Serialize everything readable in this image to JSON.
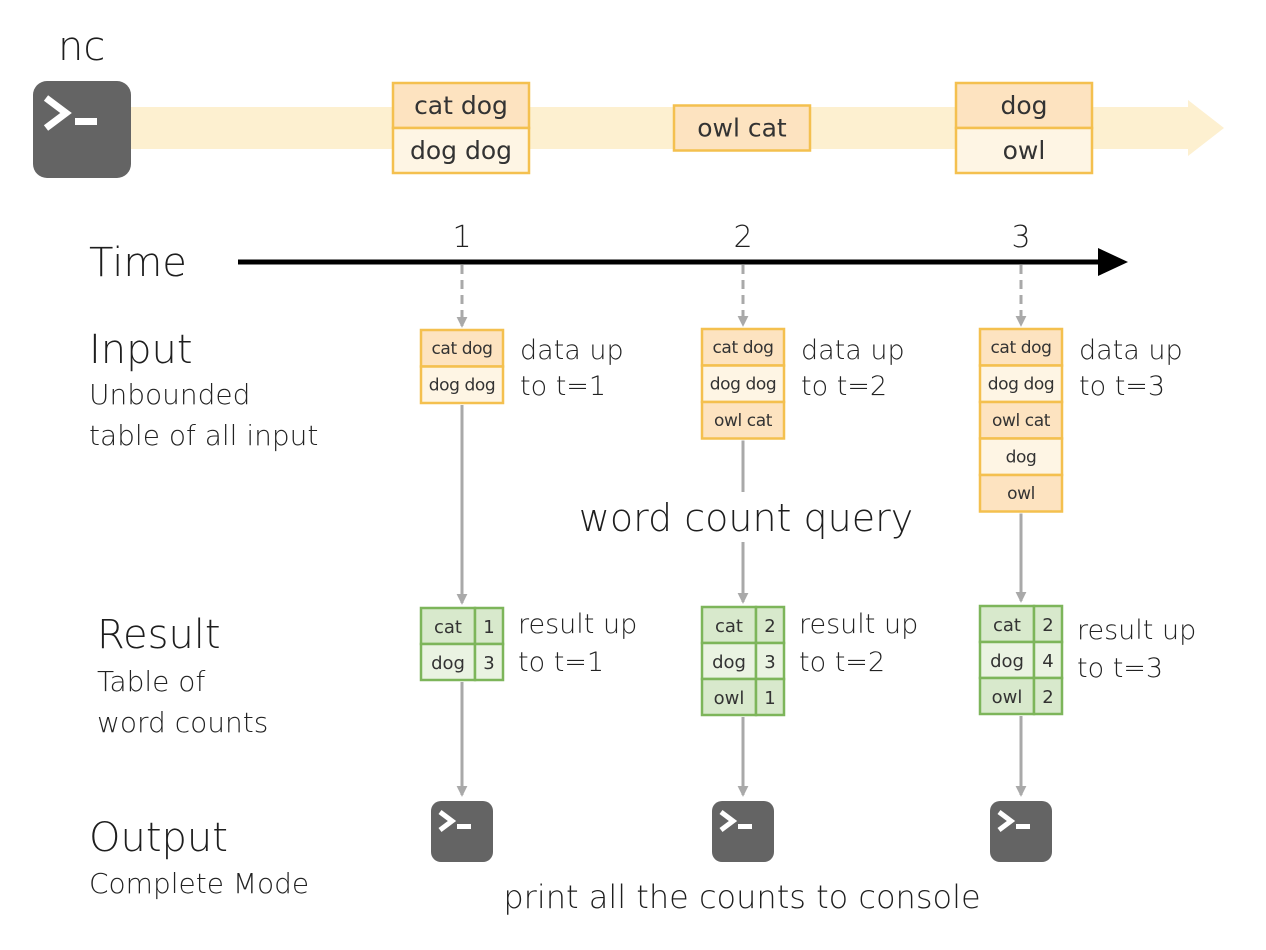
{
  "nc_label": "nc",
  "stream_batches": [
    [
      "cat dog",
      "dog dog"
    ],
    [
      "owl cat"
    ],
    [
      "dog",
      "owl"
    ]
  ],
  "time": {
    "label": "Time",
    "ticks": [
      "1",
      "2",
      "3"
    ]
  },
  "input_section": {
    "title": "Input",
    "subtitle_lines": [
      "Unbounded",
      "table of all input"
    ]
  },
  "result_section": {
    "title": "Result",
    "subtitle_lines": [
      "Table of",
      "word counts"
    ]
  },
  "output_section": {
    "title": "Output",
    "subtitle": "Complete Mode"
  },
  "query_label": "word count query",
  "print_label": "print all the counts to console",
  "input_tables": [
    {
      "rows": [
        "cat dog",
        "dog dog"
      ],
      "note": [
        "data up",
        "to t=1"
      ]
    },
    {
      "rows": [
        "cat dog",
        "dog dog",
        "owl cat"
      ],
      "note": [
        "data up",
        "to t=2"
      ]
    },
    {
      "rows": [
        "cat dog",
        "dog dog",
        "owl cat",
        "dog",
        "owl"
      ],
      "note": [
        "data up",
        "to t=3"
      ]
    }
  ],
  "result_tables": [
    {
      "rows": [
        [
          "cat",
          "1"
        ],
        [
          "dog",
          "3"
        ]
      ],
      "note": [
        "result up",
        "to t=1"
      ]
    },
    {
      "rows": [
        [
          "cat",
          "2"
        ],
        [
          "dog",
          "3"
        ],
        [
          "owl",
          "1"
        ]
      ],
      "note": [
        "result up",
        "to t=2"
      ]
    },
    {
      "rows": [
        [
          "cat",
          "2"
        ],
        [
          "dog",
          "4"
        ],
        [
          "owl",
          "2"
        ]
      ],
      "note": [
        "result up",
        "to t=3"
      ]
    }
  ],
  "icons": {
    "terminal": "terminal-icon"
  },
  "colors": {
    "stream_band": "#fdf0d0",
    "input_border": "#f4c04f",
    "input_fill_dark": "#fde3c0",
    "input_fill_light": "#fef5e4",
    "result_border": "#7db55a",
    "result_fill_dark": "#d8e9cc",
    "result_fill_light": "#eaf3e2",
    "terminal": "#646464",
    "arrow_gray": "#a9a9a9",
    "timeline": "#000000"
  }
}
